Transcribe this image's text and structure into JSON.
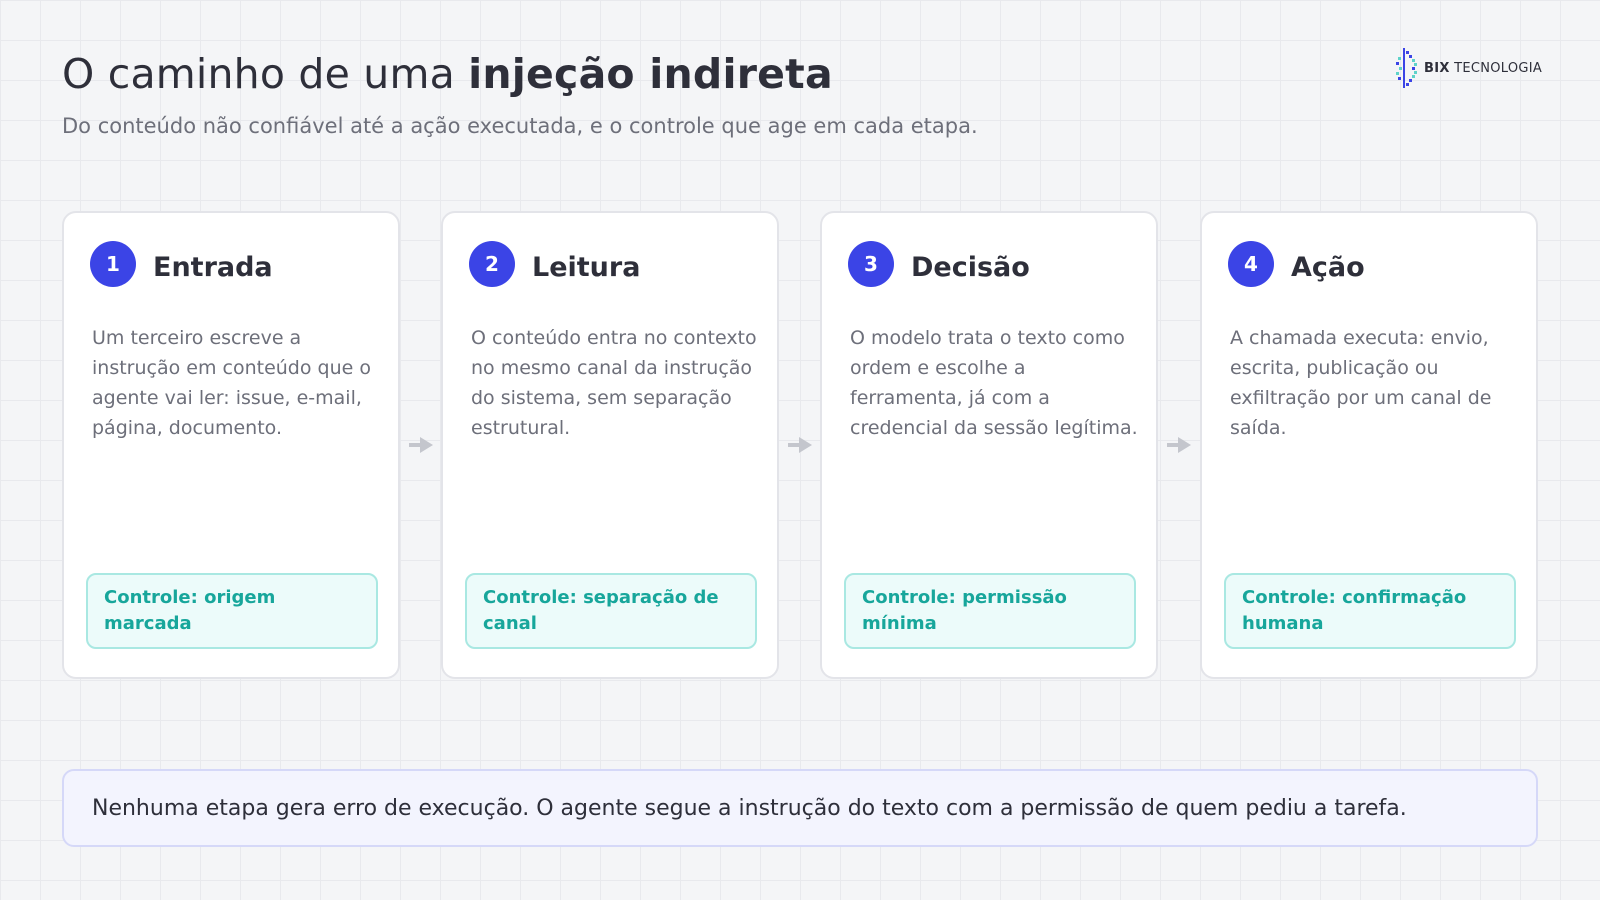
{
  "header": {
    "title_regular": "O caminho de uma",
    "title_bold": "injeção indireta",
    "subtitle": "Do conteúdo não confiável até a ação executada, e o controle que age em cada etapa."
  },
  "logo": {
    "brand": "BIX",
    "suffix": "TECNOLOGIA",
    "color": "#3b44e6"
  },
  "steps": [
    {
      "number": "1",
      "title": "Entrada",
      "description": "Um terceiro escreve a instrução em conteúdo que o agente vai ler: issue, e-mail, página, documento.",
      "control": "Controle: origem marcada"
    },
    {
      "number": "2",
      "title": "Leitura",
      "description": "O conteúdo entra no contexto no mesmo canal da instrução do sistema, sem separação estrutural.",
      "control": "Controle: separação de canal"
    },
    {
      "number": "3",
      "title": "Decisão",
      "description": "O modelo trata o texto como ordem e escolhe a ferramenta, já com a credencial da sessão legítima.",
      "control": "Controle: permissão mínima"
    },
    {
      "number": "4",
      "title": "Ação",
      "description": "A chamada executa: envio, escrita, publicação ou exfiltração por um canal de saída.",
      "control": "Controle: confirmação humana"
    }
  ],
  "footer": {
    "text": "Nenhuma etapa gera erro de execução. O agente segue a instrução do texto com a permissão de quem pediu a tarefa."
  },
  "colors": {
    "accent": "#3b44e6",
    "control_text": "#17a69b",
    "control_background": "#ecfbfa",
    "control_border": "#a9e8e2",
    "arrow": "#c4c6cd"
  }
}
